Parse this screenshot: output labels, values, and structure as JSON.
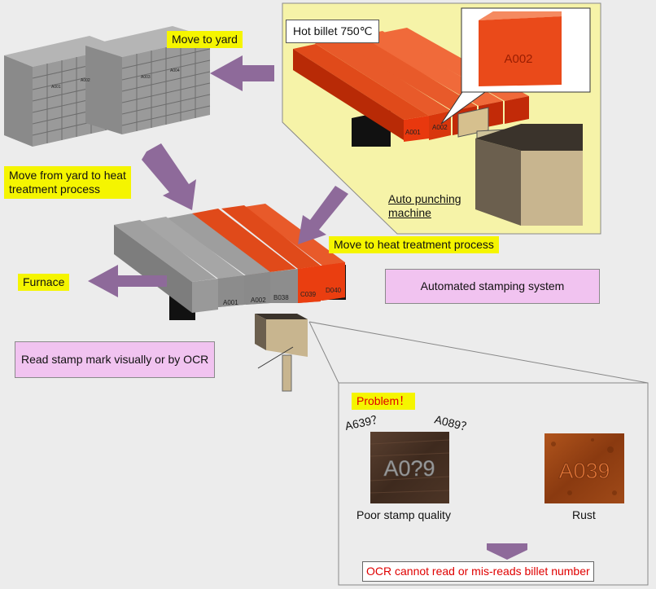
{
  "labels": {
    "move_to_yard": "Move to yard",
    "hot_billet": "Hot billet 750℃",
    "move_from_yard_line1": "Move from yard to heat",
    "move_from_yard_line2": "treatment process",
    "auto_punching_line1": "Auto punching",
    "auto_punching_line2": "machine",
    "move_to_heat": "Move to heat treatment process",
    "furnace": "Furnace",
    "automated_stamping": "Automated stamping system",
    "read_stamp": "Read stamp mark visually or by OCR",
    "problem": "Problem！",
    "misread_a639": "A639？",
    "misread_a089": "A089？",
    "poor_stamp_quality": "Poor stamp quality",
    "rust": "Rust",
    "ocr_cannot_read": "OCR cannot read or mis-reads billet number"
  },
  "stamps": {
    "zoom": "A002",
    "top_a001": "A001",
    "top_a002": "A002",
    "mid_a001": "A001",
    "mid_a002": "A002",
    "mid_b038": "B038",
    "mid_c039": "C039",
    "mid_d040": "D040",
    "photo_poor": "A0?9",
    "photo_rust": "A039",
    "pile_a": "A001",
    "pile_b": "A002",
    "pile_c": "A003",
    "pile_d": "A004"
  },
  "colors": {
    "yellow_label": "#f5f500",
    "pink_box": "#f1c3f0",
    "panel_yellow": "#f6f3a8",
    "arrow_purple": "#8e6a9a",
    "hot_billet": "#e03a10",
    "cold_billet": "#8c8c8c",
    "problem_text": "#e00000"
  }
}
